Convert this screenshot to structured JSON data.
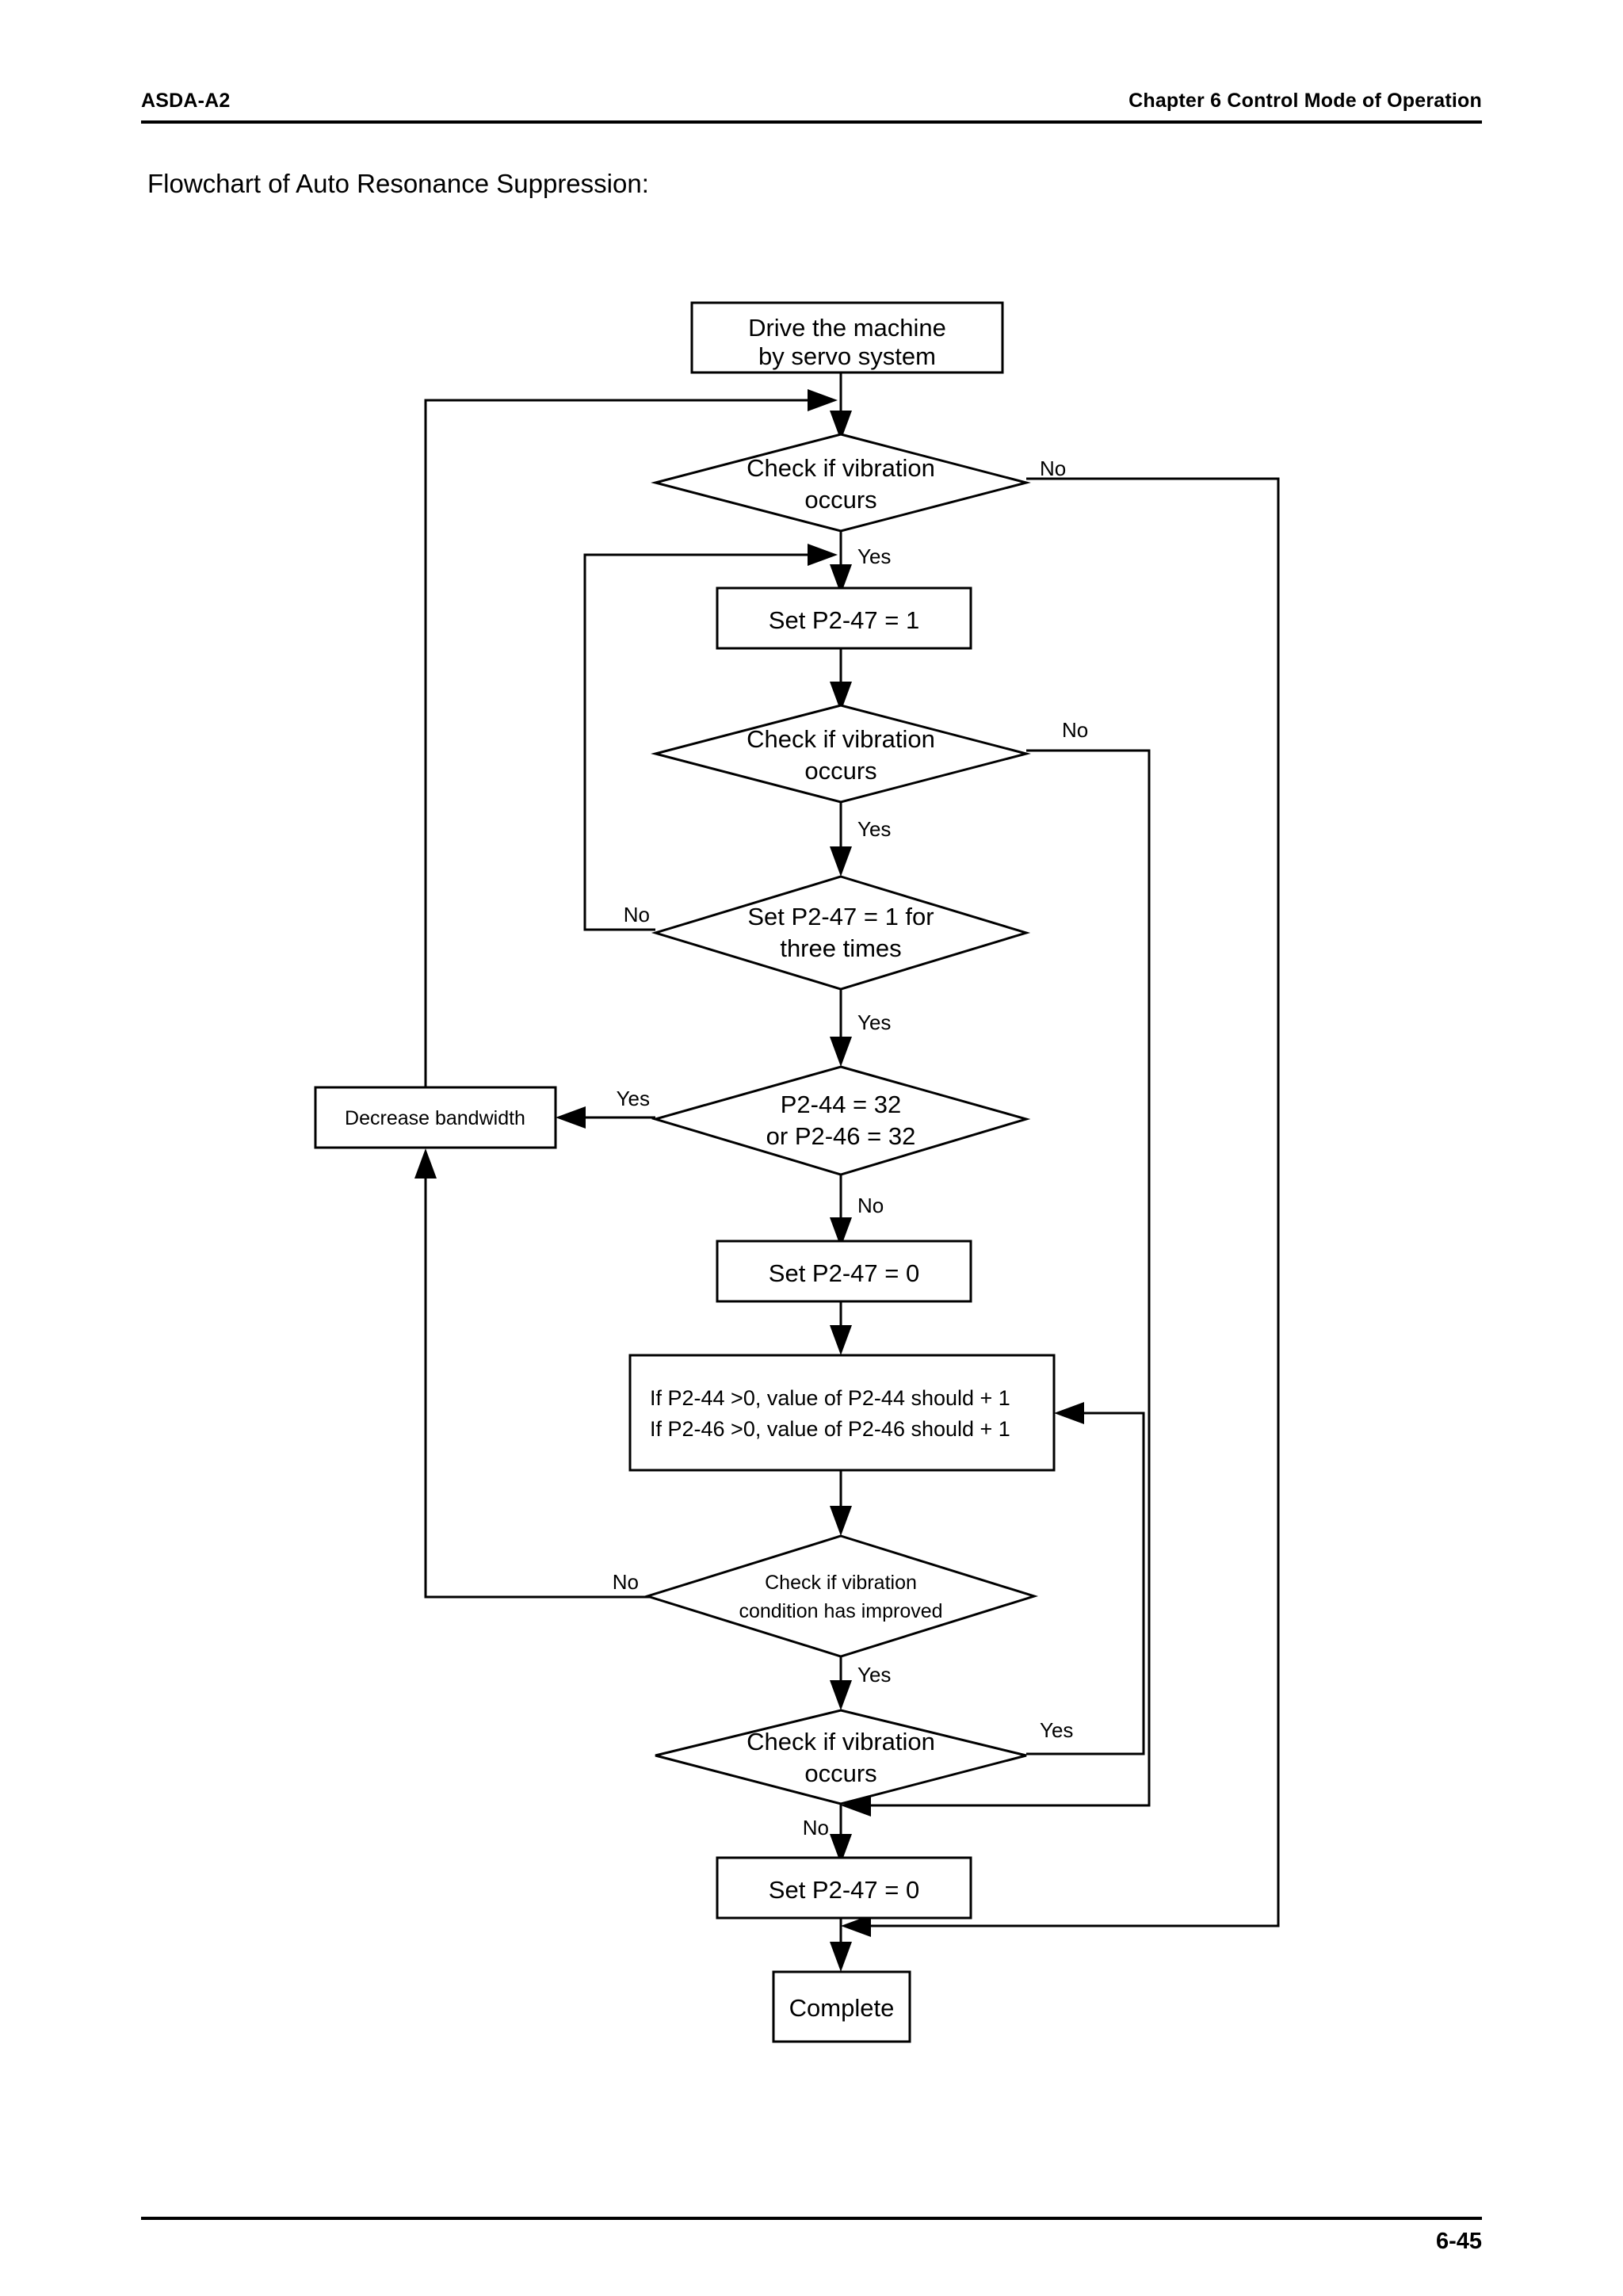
{
  "page": {
    "header_left": "ASDA-A2",
    "header_right": "Chapter 6 Control Mode of Operation",
    "section_title": "Flowchart of Auto Resonance Suppression:",
    "page_number": "6-45"
  },
  "chart_data": {
    "type": "diagram",
    "subtype": "flowchart",
    "title": "Flowchart of Auto Resonance Suppression:",
    "orientation": "top-to-bottom",
    "nodes": [
      {
        "id": "n1",
        "shape": "process",
        "lines": [
          "Drive the machine",
          "by servo system"
        ]
      },
      {
        "id": "n2",
        "shape": "decision",
        "lines": [
          "Check if vibration",
          "occurs"
        ]
      },
      {
        "id": "n3",
        "shape": "process",
        "lines": [
          "Set P2-47 = 1"
        ]
      },
      {
        "id": "n4",
        "shape": "decision",
        "lines": [
          "Check if vibration",
          "occurs"
        ]
      },
      {
        "id": "n5",
        "shape": "decision",
        "lines": [
          "Set P2-47 = 1 for",
          "three times"
        ]
      },
      {
        "id": "n6",
        "shape": "decision",
        "lines": [
          "P2-44 = 32",
          "or P2-46 = 32"
        ]
      },
      {
        "id": "n7",
        "shape": "process",
        "lines": [
          "Decrease bandwidth"
        ]
      },
      {
        "id": "n8",
        "shape": "process",
        "lines": [
          "Set P2-47 = 0"
        ]
      },
      {
        "id": "n9",
        "shape": "process",
        "lines": [
          "If P2-44 >0, value of P2-44 should + 1",
          "If P2-46 >0, value of P2-46 should + 1"
        ]
      },
      {
        "id": "n10",
        "shape": "decision",
        "lines": [
          "Check if vibration",
          "condition has improved"
        ]
      },
      {
        "id": "n11",
        "shape": "decision",
        "lines": [
          "Check if vibration",
          "occurs"
        ]
      },
      {
        "id": "n12",
        "shape": "process",
        "lines": [
          "Set P2-47 = 0"
        ]
      },
      {
        "id": "n13",
        "shape": "terminal",
        "lines": [
          "Complete"
        ]
      }
    ],
    "edges": [
      {
        "from": "n1",
        "to": "n2",
        "label": ""
      },
      {
        "from": "n2",
        "to": "n3",
        "label": "Yes"
      },
      {
        "from": "n2",
        "to": "n13",
        "label": "No"
      },
      {
        "from": "n3",
        "to": "n4",
        "label": ""
      },
      {
        "from": "n4",
        "to": "n5",
        "label": "Yes"
      },
      {
        "from": "n4",
        "to": "n12",
        "label": "No"
      },
      {
        "from": "n5",
        "to": "n6",
        "label": "Yes"
      },
      {
        "from": "n5",
        "to": "n3",
        "label": "No"
      },
      {
        "from": "n6",
        "to": "n7",
        "label": "Yes"
      },
      {
        "from": "n6",
        "to": "n8",
        "label": "No"
      },
      {
        "from": "n7",
        "to": "n2",
        "label": ""
      },
      {
        "from": "n8",
        "to": "n9",
        "label": ""
      },
      {
        "from": "n9",
        "to": "n10",
        "label": ""
      },
      {
        "from": "n10",
        "to": "n11",
        "label": "Yes"
      },
      {
        "from": "n10",
        "to": "n7",
        "label": "No"
      },
      {
        "from": "n11",
        "to": "n12",
        "label": "No"
      },
      {
        "from": "n11",
        "to": "n9",
        "label": "Yes"
      },
      {
        "from": "n12",
        "to": "n13",
        "label": ""
      }
    ],
    "edge_labels": {
      "n2_no": "No",
      "n2_yes": "Yes",
      "n4_no": "No",
      "n4_yes": "Yes",
      "n5_no": "No",
      "n5_yes": "Yes",
      "n6_yes": "Yes",
      "n6_no": "No",
      "n10_no": "No",
      "n10_yes": "Yes",
      "n11_yes": "Yes",
      "n11_no": "No"
    },
    "colors": {
      "stroke": "#000000",
      "fill": "#ffffff",
      "text": "#000000"
    }
  }
}
